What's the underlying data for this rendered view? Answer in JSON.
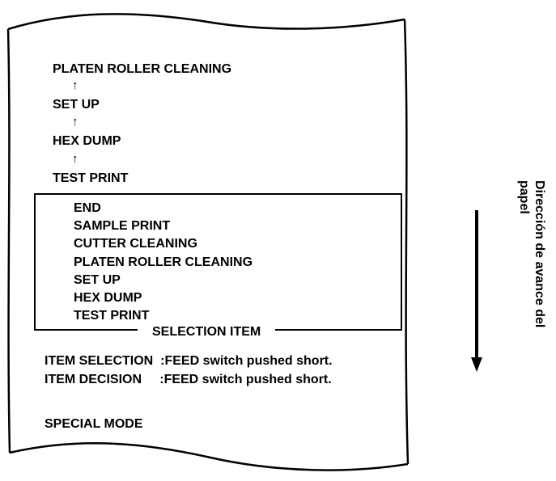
{
  "menu_chain": {
    "item_1": "PLATEN ROLLER CLEANING",
    "arrow_1": "↑",
    "item_2": "SET UP",
    "arrow_2": "↑",
    "item_3": "HEX DUMP",
    "arrow_3": "↑",
    "item_4": "TEST PRINT"
  },
  "selection_box": {
    "items": [
      "END",
      "SAMPLE PRINT",
      "CUTTER CLEANING",
      "PLATEN ROLLER CLEANING",
      "SET UP",
      "HEX DUMP",
      "TEST PRINT"
    ],
    "caption": "SELECTION ITEM"
  },
  "instructions": {
    "selection": "ITEM SELECTION  :FEED switch pushed short.",
    "decision": "ITEM DECISION     :FEED switch pushed short."
  },
  "footer": {
    "mode": "SPECIAL MODE"
  },
  "direction": {
    "line1": "Dirección de avance del",
    "line2": "papel"
  }
}
